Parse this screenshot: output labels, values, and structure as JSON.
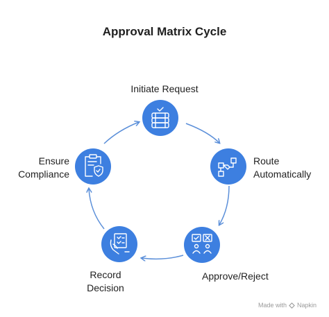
{
  "title": "Approval Matrix Cycle",
  "accent_color": "#3d7fe0",
  "arrow_color": "#5b8fd9",
  "steps": [
    {
      "lines": [
        "Initiate Request"
      ],
      "icon": "database-check-icon"
    },
    {
      "lines": [
        "Route",
        "Automatically"
      ],
      "icon": "flowchart-icon"
    },
    {
      "lines": [
        "Approve/Reject"
      ],
      "icon": "approve-reject-users-icon"
    },
    {
      "lines": [
        "Record",
        "Decision"
      ],
      "icon": "hand-checklist-icon"
    },
    {
      "lines": [
        "Ensure",
        "Compliance"
      ],
      "icon": "clipboard-shield-icon"
    }
  ],
  "footer": {
    "text": "Made with",
    "brand": "Napkin"
  }
}
